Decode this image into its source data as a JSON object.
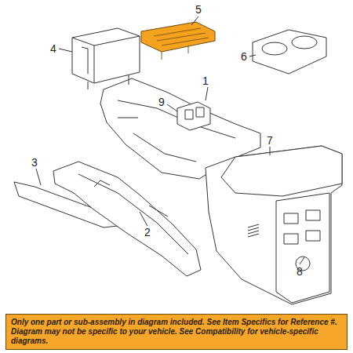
{
  "diagram": {
    "nodes": [
      {
        "text": [
          "Only one part or sub-assembly in diagram included. See Item Specifics for Reference #.",
          "Diagram may not be specific to your vehicle. See Compatibility for vehicle-specific diagrams."
        ]
      }
    ],
    "labels": [
      "1",
      "2",
      "3",
      "4",
      "5",
      "6",
      "7",
      "8",
      "9"
    ]
  }
}
